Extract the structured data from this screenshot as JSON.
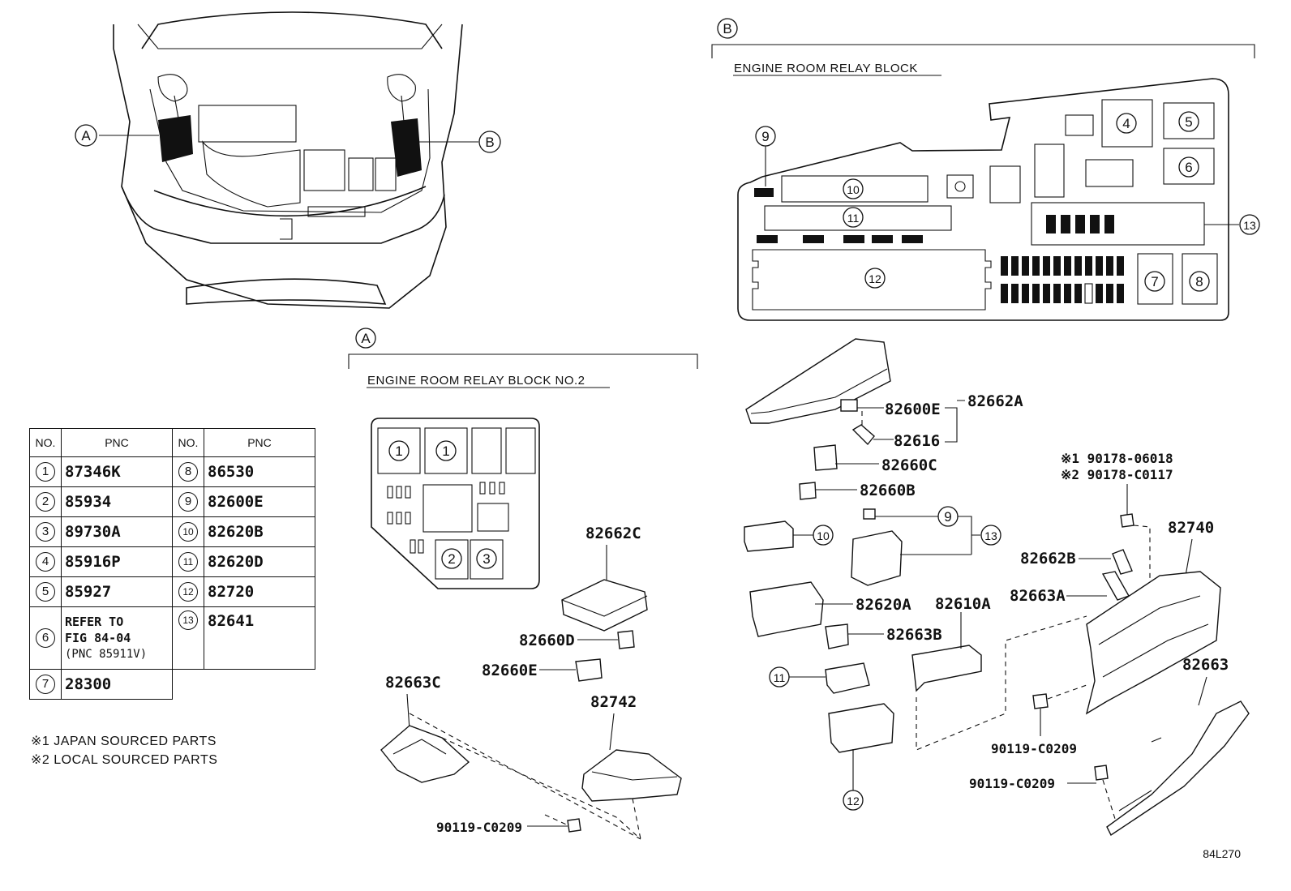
{
  "labels": {
    "callout_a": "A",
    "callout_b": "B",
    "block_b_title": "ENGINE ROOM RELAY BLOCK",
    "block_a_title": "ENGINE ROOM RELAY BLOCK NO.2",
    "figure_code": "84L270"
  },
  "block_b_numbers": [
    "4",
    "5",
    "6",
    "7",
    "8",
    "9",
    "10",
    "11",
    "12",
    "13"
  ],
  "block_a_numbers": [
    "1",
    "1",
    "2",
    "3"
  ],
  "table": {
    "head_no": "NO.",
    "head_pnc": "PNC",
    "left_rows": [
      {
        "no": "1",
        "pnc": "87346K"
      },
      {
        "no": "2",
        "pnc": "85934"
      },
      {
        "no": "3",
        "pnc": "89730A"
      },
      {
        "no": "4",
        "pnc": "85916P"
      },
      {
        "no": "5",
        "pnc": "85927"
      },
      {
        "no": "6",
        "pnc": "REFER TO",
        "pnc_line2": "FIG 84-04",
        "pnc_line3": "(PNC 85911V)"
      },
      {
        "no": "7",
        "pnc": "28300"
      }
    ],
    "right_rows": [
      {
        "no": "8",
        "pnc": "86530"
      },
      {
        "no": "9",
        "pnc": "82600E"
      },
      {
        "no": "10",
        "pnc": "82620B"
      },
      {
        "no": "11",
        "pnc": "82620D"
      },
      {
        "no": "12",
        "pnc": "82720"
      },
      {
        "no": "13",
        "pnc": "82641"
      }
    ]
  },
  "notes": [
    "※1 JAPAN SOURCED PARTS",
    "※2 LOCAL SOURCED PARTS"
  ],
  "parts_b": {
    "p82662A": "82662A",
    "p82600E": "82600E",
    "p82616": "82616",
    "p82660C": "82660C",
    "p82660B": "82660B",
    "n9": "9",
    "n10": "10",
    "n13": "13",
    "p82620A": "82620A",
    "p82610A": "82610A",
    "p82663B": "82663B",
    "n11": "11",
    "n12": "12",
    "note1": "※1 90178-06018",
    "note2": "※2 90178-C0117",
    "p82740": "82740",
    "p82662B": "82662B",
    "p82663A": "82663A",
    "p82663": "82663",
    "bolt1": "90119-C0209",
    "bolt2": "90119-C0209"
  },
  "parts_a": {
    "p82662C": "82662C",
    "p82660D": "82660D",
    "p82660E": "82660E",
    "p82663C": "82663C",
    "p82742": "82742",
    "bolt": "90119-C0209"
  }
}
